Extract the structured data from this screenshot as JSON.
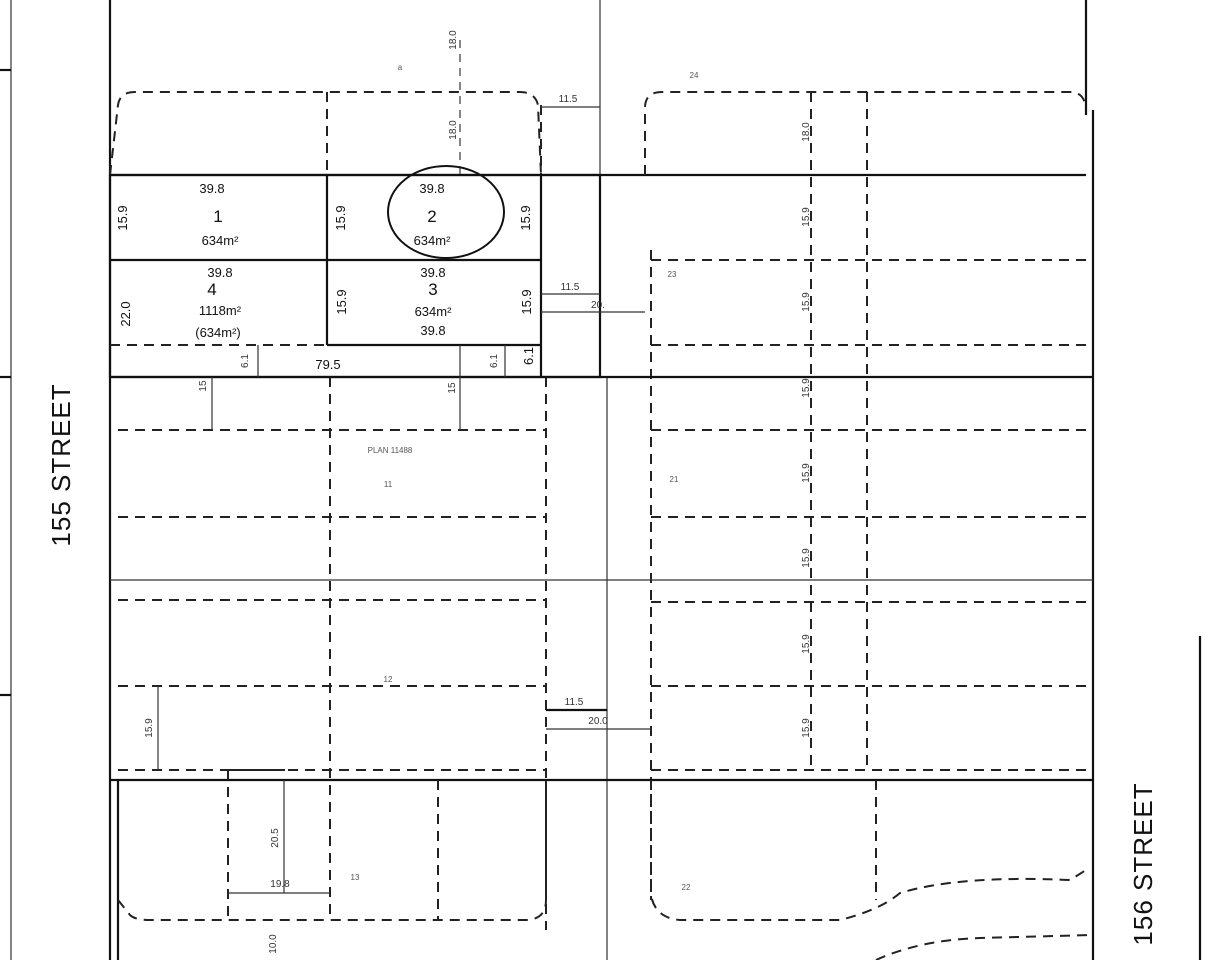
{
  "streets": {
    "west": "155 STREET",
    "east": "156 STREET"
  },
  "lots": [
    {
      "number": "1",
      "area": "634m²",
      "width": "39.8",
      "depth": "15.9"
    },
    {
      "number": "2",
      "area": "634m²",
      "width": "39.8",
      "depth": "15.9"
    },
    {
      "number": "3",
      "area": "634m²",
      "width_top": "39.8",
      "width_bottom": "39.8",
      "depth": "15.9"
    },
    {
      "number": "4",
      "area": "1118m²",
      "area_alt": "(634m²)",
      "width": "39.8",
      "depth": "22.0"
    }
  ],
  "dimensions": {
    "d_18_0_top": "18.0",
    "d_18_0_mid": "18.0",
    "lane_11_5_top": "11.5",
    "lane_11_5_mid": "11.5",
    "lane_20_a": "20.",
    "lane_11_5_low": "11.5",
    "lane_20_b": "20.0",
    "lot2_right_15_9": "15.9",
    "lot3_left_15_9": "15.9",
    "lot3_right_15_9": "15.9",
    "total_79_5": "79.5",
    "strip_6_1_a": "6.1",
    "strip_6_1_b": "6.1",
    "strip_6_1_c": "6.1",
    "setback_15_a": "15",
    "setback_15_b": "15",
    "east_18_0": "18.0",
    "east_15_9_1": "15.9",
    "east_15_9_2": "15.9",
    "east_15_9_3": "15.9",
    "east_15_9_4": "15.9",
    "east_15_9_5": "15.9",
    "east_15_9_6": "15.9",
    "east_15_9_7": "15.9",
    "west_15_9_low": "15.9",
    "d_20_5": "20.5",
    "d_19_8": "19.8",
    "d_10_0": "10.0"
  },
  "annotations": {
    "plan_ref": "PLAN 11488",
    "note_11": "11",
    "note_12": "12",
    "note_13": "13",
    "note_21": "21",
    "note_22": "22",
    "note_23": "23",
    "note_24": "24",
    "note_a": "a"
  }
}
